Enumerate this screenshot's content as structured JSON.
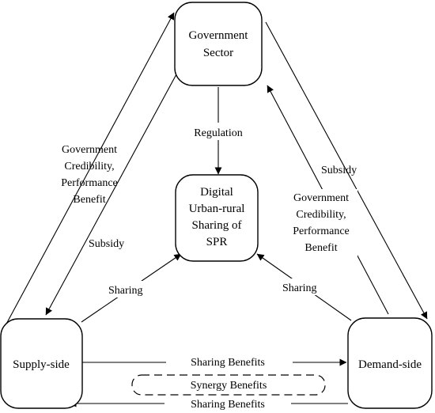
{
  "nodes": {
    "government": {
      "lines": [
        "Government",
        "Sector"
      ]
    },
    "digital": {
      "lines": [
        "Digital",
        "Urban-rural",
        "Sharing of",
        "SPR"
      ]
    },
    "supply": {
      "lines": [
        "Supply-side"
      ]
    },
    "demand": {
      "lines": [
        "Demand-side"
      ]
    }
  },
  "edges": {
    "regulation": "Regulation",
    "subsidy_to_supply": "Subsidy",
    "subsidy_to_demand": "Subsidy",
    "credibility_left": [
      "Government",
      "Credibility,",
      "Performance",
      "Benefit"
    ],
    "credibility_right": [
      "Government",
      "Credibility,",
      "Performance",
      "Benefit"
    ],
    "sharing_left": "Sharing",
    "sharing_right": "Sharing",
    "sharing_benefits_top": "Sharing Benefits",
    "synergy_benefits": "Synergy Benefits",
    "sharing_benefits_bottom": "Sharing Benefits"
  }
}
